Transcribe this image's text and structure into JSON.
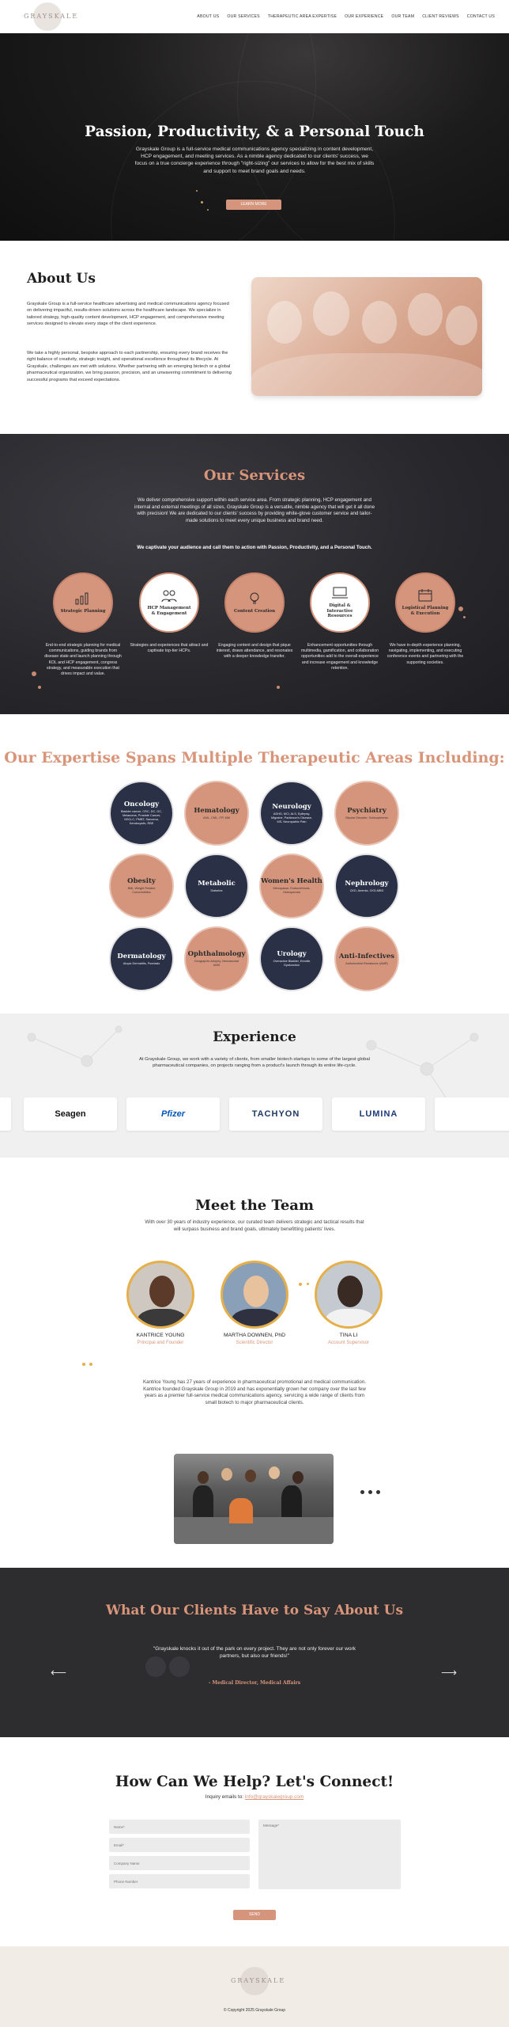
{
  "nav": {
    "logo_text": "GRAYSKALE",
    "items": [
      "ABOUT US",
      "OUR SERVICES",
      "THERAPEUTIC AREA EXPERTISE",
      "OUR EXPERIENCE",
      "OUR TEAM",
      "CLIENT REVIEWS",
      "CONTACT US"
    ]
  },
  "hero": {
    "title": "Passion, Productivity, & a Personal Touch",
    "text": "Grayskale Group is a full-service medical communications agency specializing in content development, HCP engagement, and meeting services. As a nimble agency dedicated to our clients' success, we focus on a true concierge experience through \"right-sizing\" our services to allow for the best mix of skills and support to meet brand goals and needs.",
    "button": "LEARN MORE"
  },
  "about": {
    "title": "About Us",
    "p1": "Grayskale Group is a full-service healthcare advertising and medical communications agency focused on delivering impactful, results-driven solutions across the healthcare landscape. We specialize in tailored strategy, high-quality content development, HCP engagement, and comprehensive meeting services designed to elevate every stage of the client experience.",
    "p2": "We take a highly personal, bespoke approach to each partnership, ensuring every brand receives the right balance of creativity, strategic insight, and operational excellence throughout its lifecycle. At Grayskale, challenges are met with solutions. Whether partnering with an emerging biotech or a global pharmaceutical organization, we bring passion, precision, and an unwavering commitment to delivering successful programs that exceed expectations."
  },
  "services": {
    "title": "Our Services",
    "p1": "We deliver comprehensive support within each service area. From strategic planning, HCP engagement and internal and external meetings of all sizes, Grayskale Group is a versatile, nimble agency that will get it all done with precision! We are dedicated to our clients' success by providing white-glove customer service and tailor-made solutions to meet every unique business and brand need.",
    "p2": "We captivate your audience and call them to action with Passion, Productivity, and a Personal Touch.",
    "items": [
      {
        "title": "Strategic Planning",
        "desc": "End-to-end strategic planning for medical communications, guiding brands from disease state and launch planning through KOL and HCP engagement, congress strategy, and measurable execution that drives impact and value."
      },
      {
        "title": "HCP Management & Engagement",
        "desc": "Strategies and experiences that attract and captivate top-tier HCPs."
      },
      {
        "title": "Content Creation",
        "desc": "Engaging content and design that pique interest, draws attendance, and resonates with a deeper knowledge transfer."
      },
      {
        "title": "Digital & Interactive Resources",
        "desc": "Enhancement opportunities through multimedia, gamification, and collaboration opportunities add to the overall experience and increase engagement and knowledge retention."
      },
      {
        "title": "Logistical Planning & Execution",
        "desc": "We have in-depth experience planning, navigating, implementing, and executing conference events and partnering with the supporting societies."
      }
    ]
  },
  "expertise": {
    "title": "Our Expertise Spans Multiple Therapeutic Areas Including:",
    "areas": [
      {
        "name": "Oncology",
        "sub": "Bladder cancer, CRC, DC, GC, Melanoma, Prostate Cancer, NSCLC, PMBT, Sarcoma, Keratocystic, RBE"
      },
      {
        "name": "Hematology",
        "sub": "AML, CML, ITP, MM"
      },
      {
        "name": "Neurology",
        "sub": "ADHD, MCI, ALS, Epilepsy, Migraine, Parkinson's Disease, MS, Neuropathic Pain"
      },
      {
        "name": "Psychiatry",
        "sub": "Bipolar Disorder, Schizophrenia"
      },
      {
        "name": "Obesity",
        "sub": "BMI, Weight Related Comorbidities"
      },
      {
        "name": "Metabolic",
        "sub": "Diabetes"
      },
      {
        "name": "Women's Health",
        "sub": "Menopause, Endometriosis, Osteoporosis"
      },
      {
        "name": "Nephrology",
        "sub": "CKD, Anemia, CKD-MBD"
      },
      {
        "name": "Dermatology",
        "sub": "Atopic Dermatitis, Psoriasis"
      },
      {
        "name": "Ophthalmology",
        "sub": "Geographic Atrophy, Neovascular AMD"
      },
      {
        "name": "Urology",
        "sub": "Overactive Bladder, Erectile Dysfunction"
      },
      {
        "name": "Anti-Infectives",
        "sub": "Antimicrobial Resistance (AMR)"
      }
    ]
  },
  "experience": {
    "title": "Experience",
    "text": "At Grayskale Group, we work with a variety of clients, from smaller biotech startups to some of the largest global pharmaceutical companies, on projects ranging from a product's launch through its entire life-cycle.",
    "logos": [
      "Seagen",
      "Pfizer",
      "TACHYON",
      "LUMINA"
    ]
  },
  "team": {
    "title": "Meet the Team",
    "intro": "With over 30 years of industry experience, our curated team delivers strategic and tactical results that will surpass business and brand goals, ultimately benefitting patients' lives.",
    "members": [
      {
        "name": "KANTRICE YOUNG",
        "role": "Principal and Founder"
      },
      {
        "name": "MARTHA DOWNEN, PhD",
        "role": "Scientific Director"
      },
      {
        "name": "TINA LI",
        "role": "Account Supervisor"
      }
    ],
    "bio": "Kantrice Young has 27 years of experience in pharmaceutical promotional and medical communication. Kantrice founded Grayskale Group in 2019 and has exponentially grown her company over the last few years as a premier full-service medical communications agency, servicing a wide range of clients from small biotech to major pharmaceutical clients."
  },
  "testimonial": {
    "title": "What Our Clients Have to Say About Us",
    "quote": "\"Grayskale knocks it out of the park on every project. They are not only forever our work partners, but also our friends!\"",
    "author": "- Medical Director, Medical Affairs"
  },
  "contact": {
    "title": "How Can We Help? Let's Connect!",
    "inquiry_label": "Inquiry emails to:",
    "email": "info@grayskalegroup.com",
    "fields": [
      "Name*",
      "Email*",
      "Company Name",
      "Phone Number"
    ],
    "message_placeholder": "Message*",
    "button": "SEND"
  },
  "footer": {
    "logo_text": "GRAYSKALE",
    "copyright": "© Copyright 2025 Grayskale Group"
  },
  "colors": {
    "accent": "#d4957c",
    "navy": "#2a3147",
    "dark": "#1d1c1c",
    "gold": "#e5b04a"
  }
}
